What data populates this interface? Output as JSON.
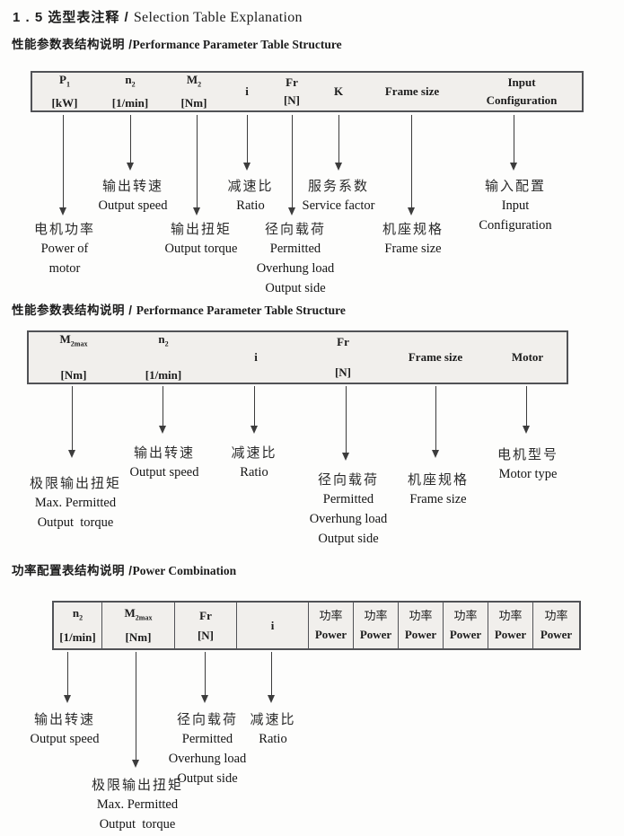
{
  "colors": {
    "table-bg": "#f1efec",
    "table-border": "#515256",
    "ink": "#1c1c1c"
  },
  "title": {
    "zh": "1 . 5 选型表注释 / ",
    "en": "Selection Table Explanation"
  },
  "s1": {
    "heading": {
      "zh": "性能参数表结构说明 /",
      "en": "Performance Parameter Table Structure"
    },
    "header": {
      "p1": {
        "main": "P",
        "sub": "1",
        "unit": "[kW]"
      },
      "n2": {
        "main": "n",
        "sub": "2",
        "unit": "[1/min]"
      },
      "m2": {
        "main": "M",
        "sub": "2",
        "unit": "[Nm]"
      },
      "i": {
        "main": "i"
      },
      "fr": {
        "main": "Fr",
        "unit": "[N]"
      },
      "k": {
        "main": "K"
      },
      "frame": {
        "main": "Frame size"
      },
      "input": {
        "line1": "Input",
        "line2": "Configuration"
      }
    },
    "callouts": {
      "p1": {
        "zh": "电机功率",
        "en1": "Power of",
        "en2": "motor"
      },
      "n2": {
        "zh": "输出转速",
        "en1": "Output speed"
      },
      "m2": {
        "zh": "输出扭矩",
        "en1": "Output torque"
      },
      "i": {
        "zh": "减速比",
        "en1": "Ratio"
      },
      "fr": {
        "zh": "径向载荷",
        "en1": "Permitted",
        "en2": "Overhung load",
        "en3": "Output side"
      },
      "k": {
        "zh": "服务系数",
        "en1": "Service factor"
      },
      "frame": {
        "zh": "机座规格",
        "en1": "Frame size"
      },
      "input": {
        "zh": "输入配置",
        "en1": "Input",
        "en2": "Configuration"
      }
    }
  },
  "s2": {
    "heading": {
      "zh": "性能参数表结构说明 / ",
      "en": "Performance Parameter Table Structure"
    },
    "header": {
      "m2max": {
        "main": "M",
        "sub": "2max",
        "unit": "[Nm]"
      },
      "n2": {
        "main": "n",
        "sub": "2",
        "unit": "[1/min]"
      },
      "i": {
        "main": "i"
      },
      "fr": {
        "main": "Fr",
        "unit": "[N]"
      },
      "frame": {
        "main": "Frame size"
      },
      "motor": {
        "main": "Motor"
      }
    },
    "callouts": {
      "m2max": {
        "zh": "极限输出扭矩",
        "en1": "Max. Permitted",
        "en2": "Output  torque"
      },
      "n2": {
        "zh": "输出转速",
        "en1": "Output speed"
      },
      "i": {
        "zh": "减速比",
        "en1": "Ratio"
      },
      "fr": {
        "zh": "径向载荷",
        "en1": "Permitted",
        "en2": "Overhung load",
        "en3": "Output side"
      },
      "frame": {
        "zh": "机座规格",
        "en1": "Frame size"
      },
      "motor": {
        "zh": "电机型号",
        "en1": "Motor type"
      }
    }
  },
  "s3": {
    "heading": {
      "zh": "功率配置表结构说明 /",
      "en": "Power Combination"
    },
    "header": {
      "n2": {
        "main": "n",
        "sub": "2",
        "unit": "[1/min]"
      },
      "m2max": {
        "main": "M",
        "sub": "2max",
        "unit": "[Nm]"
      },
      "fr": {
        "main": "Fr",
        "unit": "[N]"
      },
      "i": {
        "main": "i"
      },
      "power": {
        "zh": "功率",
        "en": "Power"
      }
    },
    "callouts": {
      "n2": {
        "zh": "输出转速",
        "en1": "Output speed"
      },
      "m2max": {
        "zh": "极限输出扭矩",
        "en1": "Max. Permitted",
        "en2": "Output  torque"
      },
      "fr": {
        "zh": "径向载荷",
        "en1": "Permitted",
        "en2": "Overhung load",
        "en3": "Output side"
      },
      "i": {
        "zh": "减速比",
        "en1": "Ratio"
      }
    }
  }
}
